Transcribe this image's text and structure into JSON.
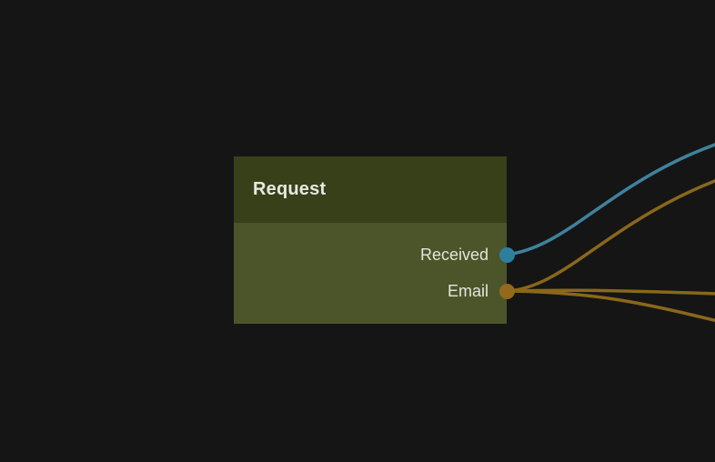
{
  "canvas": {
    "background_color": "#151515"
  },
  "node": {
    "title": "Request",
    "header_color": "#374018",
    "body_color": "#4c552a",
    "title_color": "#e7e9e1",
    "label_color": "#e3e5da",
    "outputs": [
      {
        "label": "Received",
        "port_color": "#2e7f9e"
      },
      {
        "label": "Email",
        "port_color": "#93691c"
      }
    ]
  },
  "edges": [
    {
      "source_port": "Received",
      "color": "#3f829d"
    },
    {
      "source_port": "Email",
      "color": "#8a671b"
    },
    {
      "source_port": "Email",
      "color": "#8a671b"
    },
    {
      "source_port": "Email",
      "color": "#8a671b"
    }
  ]
}
